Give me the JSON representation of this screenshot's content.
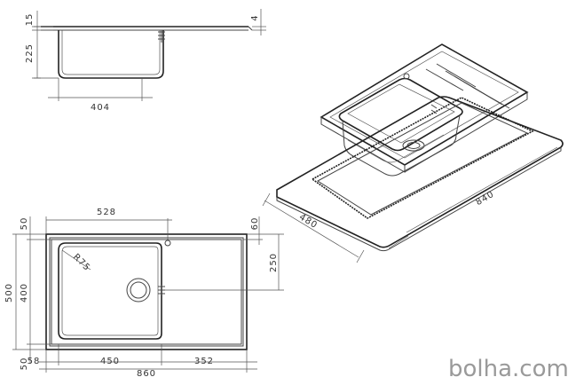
{
  "side_view": {
    "dims": {
      "top_thickness": "15",
      "overall_height": "225",
      "bowl_width": "404",
      "rim": "4"
    }
  },
  "plan_view": {
    "dims": {
      "top_width": "528",
      "top_margin": "50",
      "bottom_margin": "50",
      "height_outer": "500",
      "height_inner": "400",
      "right_top": "60",
      "right_mid": "250",
      "radius": "R75",
      "left_margin": "58",
      "bowl_width": "450",
      "drainer_width": "352",
      "overall_width": "860"
    }
  },
  "cutout_view": {
    "dims": {
      "depth": "480",
      "length": "840"
    }
  },
  "watermark": "bolha.com"
}
